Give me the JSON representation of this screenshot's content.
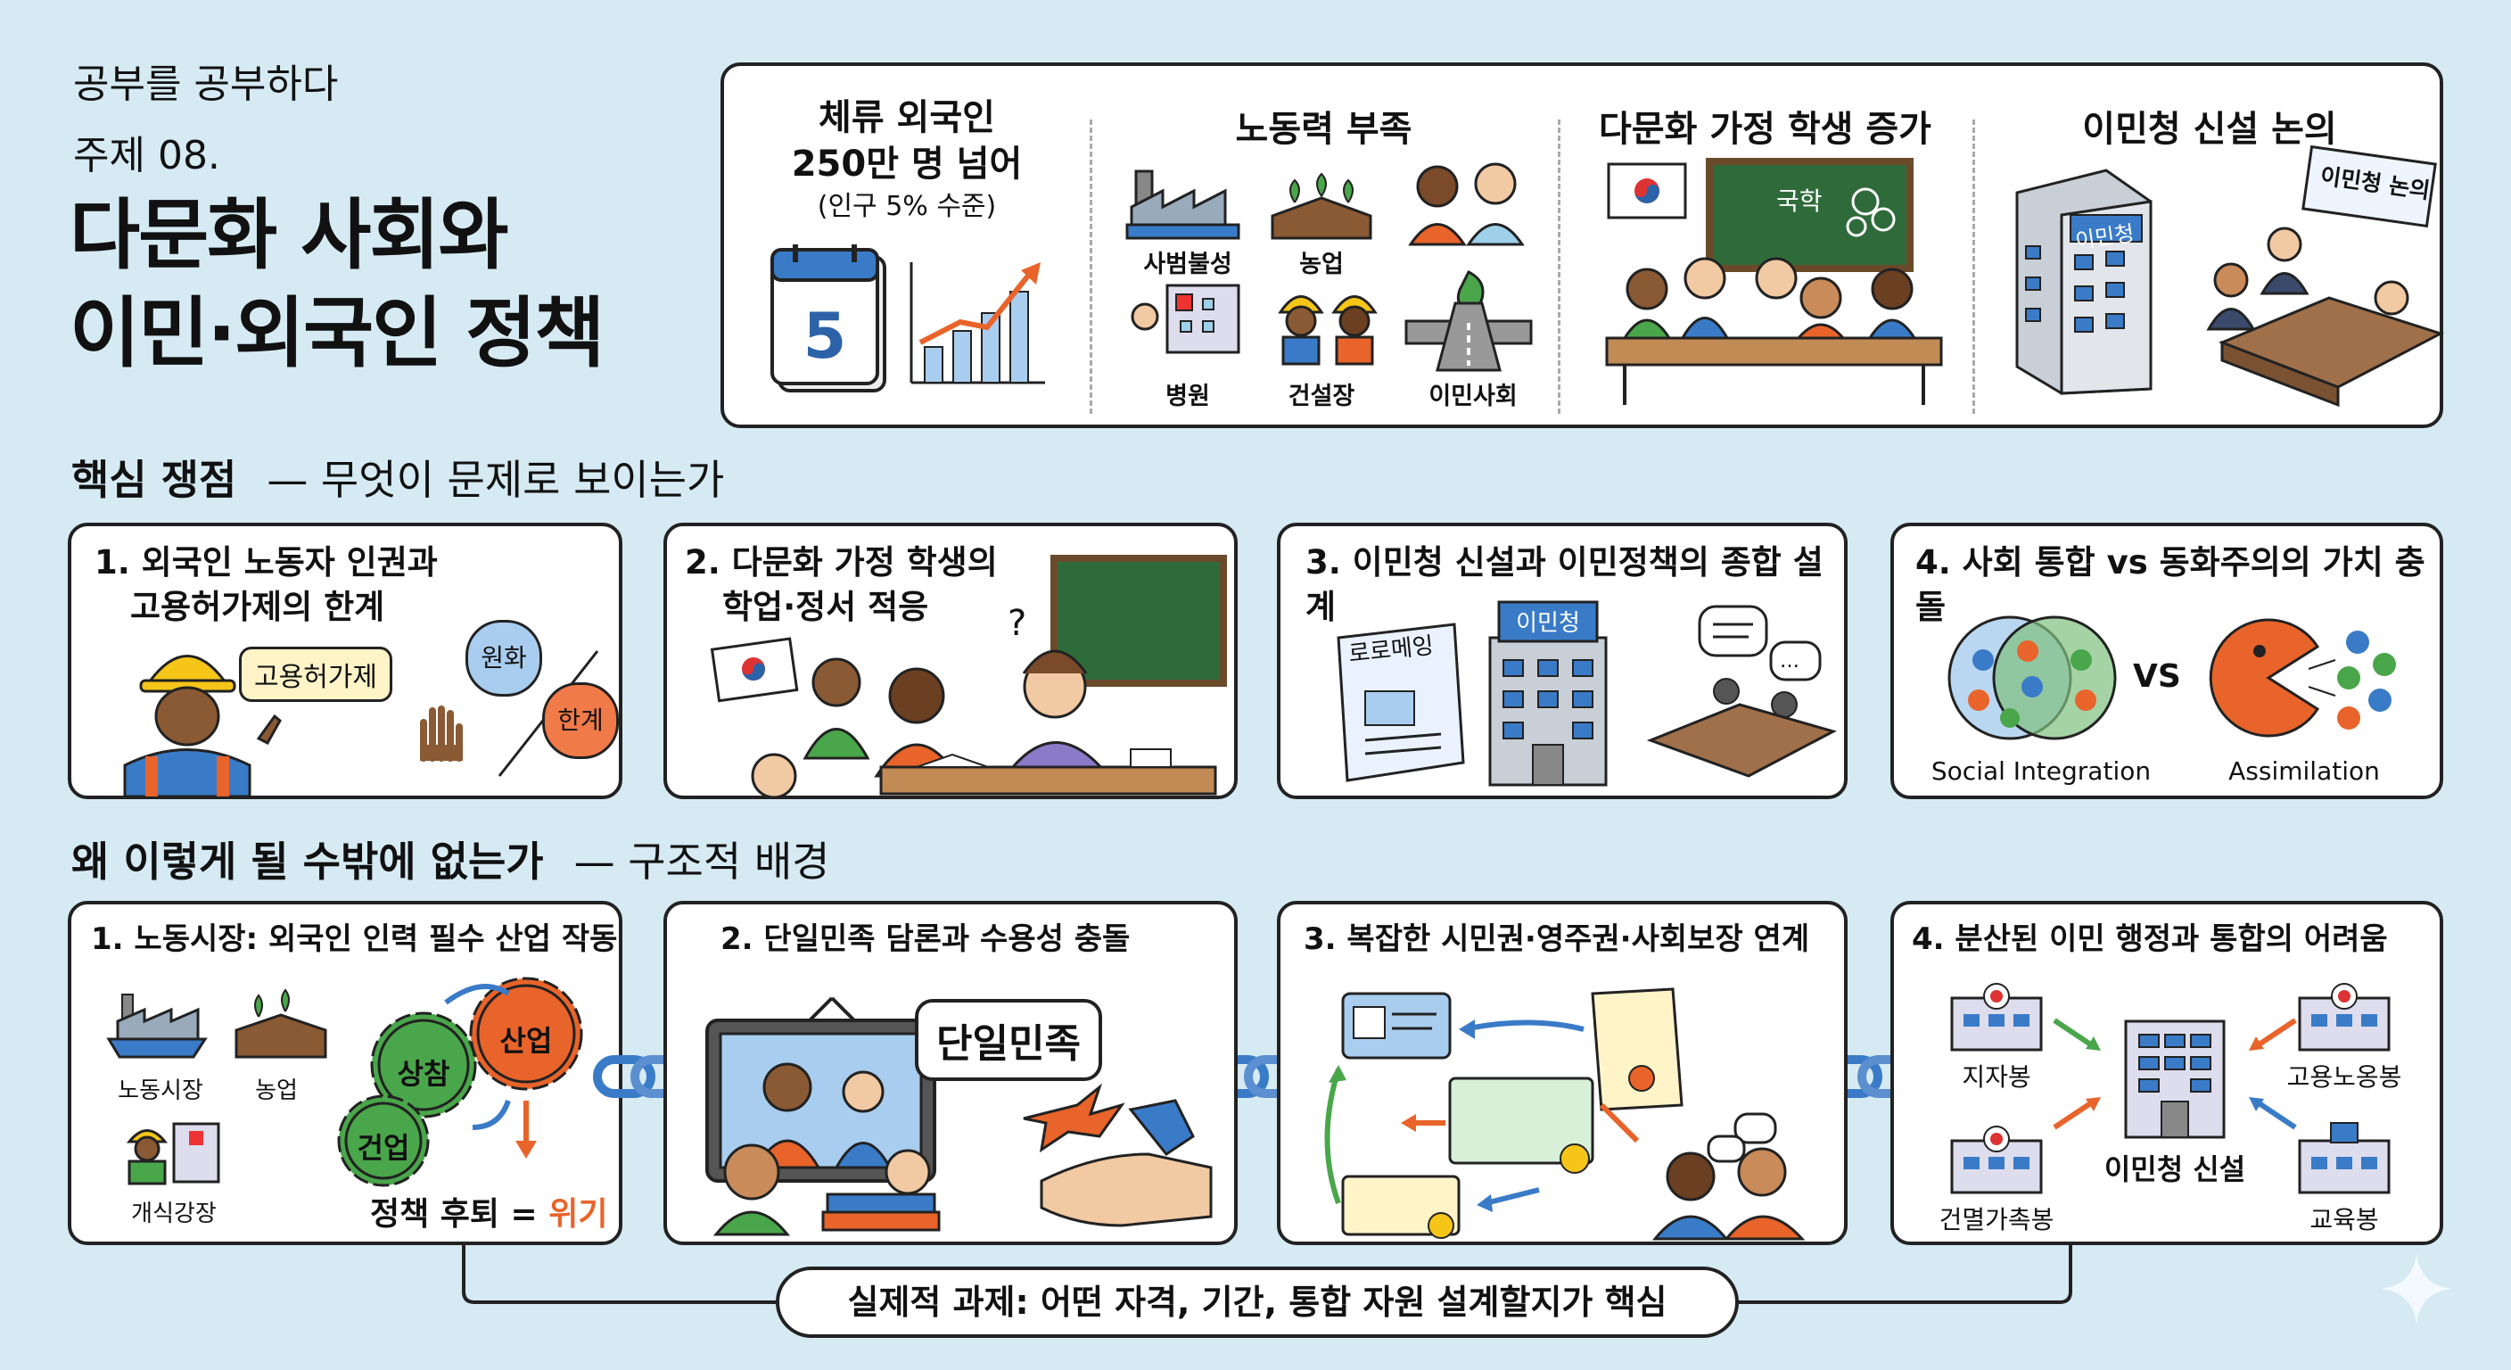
{
  "header": {
    "series": "공부를 공부하다",
    "topic": "주제 08.",
    "title_line1": "다문화 사회와",
    "title_line2": "이민·외국인 정책"
  },
  "trends": {
    "items": [
      {
        "title_line1": "체류 외국인",
        "title_line2": "250만 명 넘어",
        "note": "(인구 5% 수준)",
        "calendar_number": "5"
      },
      {
        "title": "노동력 부족",
        "labels": [
          "사범불성",
          "농업",
          "병원",
          "건설장",
          "이민사회"
        ]
      },
      {
        "title": "다문화 가정 학생 증가",
        "board_text": "국학"
      },
      {
        "title": "이민청 신설 논의",
        "building_sign": "이민청",
        "board_sign": "이민청 논의"
      }
    ]
  },
  "issues": {
    "heading": "핵심 쟁점",
    "heading_rest": "— 무엇이 문제로 보이는가",
    "cards": [
      {
        "title_line1": "1. 외국인 노동자 인권과",
        "title_line2": "고용허가제의 한계",
        "speech": "고용허가제",
        "badge1": "원화",
        "badge2": "한계"
      },
      {
        "title_line1": "2. 다문화 가정 학생의",
        "title_line2": "학업·정서 적응",
        "question": "?"
      },
      {
        "title_line1": "3. 이민청 신설과 이민정책의 종합 설계",
        "doc_label": "로로메잉",
        "building_sign": "이민청"
      },
      {
        "title_line1": "4. 사회 통합 vs 동화주의의 가치 충돌",
        "vs": "VS",
        "left_label": "Social Integration",
        "right_label": "Assimilation"
      }
    ]
  },
  "causes": {
    "heading": "왜 이렇게 될 수밖에 없는가",
    "heading_rest": "— 구조적 배경",
    "cards": [
      {
        "title": "1. 노동시장: 외국인 인력 필수 산업 작동",
        "labels": [
          "노동시장",
          "농업",
          "개식강장"
        ],
        "gears": [
          "상참",
          "산업",
          "건업"
        ],
        "bottom_text": "정책 후퇴 =",
        "bottom_accent": "위기"
      },
      {
        "title": "2. 단일민족 담론과 수용성 충돌",
        "speech": "단일민족"
      },
      {
        "title": "3. 복잡한 시민권·영주권·사회보장 연계"
      },
      {
        "title": "4. 분산된 이민 행정과 통합의 어려움",
        "labels": [
          "지자봉",
          "고용노옹봉",
          "건멸가촉봉",
          "교육봉"
        ],
        "center_label": "이민청 신설"
      }
    ]
  },
  "footer": {
    "summary": "실제적 과제: 어떤 자격, 기간, 통합 자원 설계할지가 핵심"
  },
  "colors": {
    "background": "#d6eaf3",
    "accent_orange": "#e8642a",
    "accent_blue": "#3a7bc8",
    "accent_green": "#4aa64a",
    "board_green": "#2f6b3a"
  }
}
